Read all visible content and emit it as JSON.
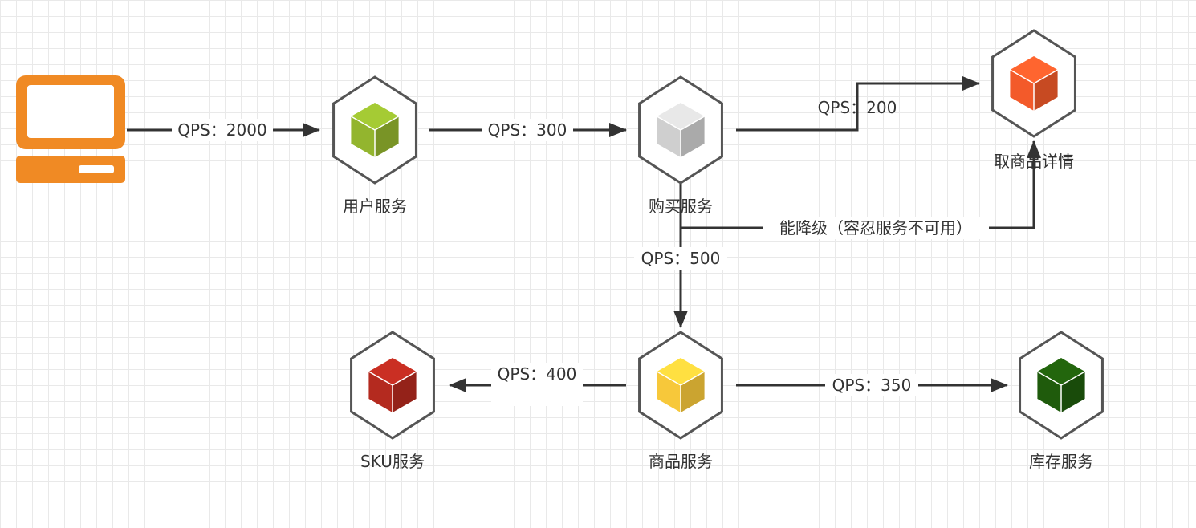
{
  "client": {
    "name": "client-computer",
    "color": "#f08a24"
  },
  "services": {
    "user": {
      "label": "用户服务",
      "color": "#93b52e"
    },
    "buy": {
      "label": "购买服务",
      "color": "#cfcfcf"
    },
    "detail": {
      "label": "取商品详情",
      "color": "#f35a2a"
    },
    "goods": {
      "label": "商品服务",
      "color": "#f7c83a"
    },
    "sku": {
      "label": "SKU服务",
      "color": "#b42a1f"
    },
    "stock": {
      "label": "库存服务",
      "color": "#1f5b0c"
    }
  },
  "edges": {
    "client_user": "QPS：2000",
    "user_buy": "QPS：300",
    "buy_detail": "QPS：200",
    "buy_goods": "QPS：500",
    "degrade": "能降级（容忍服务不可用）",
    "goods_sku": "QPS：400",
    "goods_stock": "QPS：350"
  }
}
